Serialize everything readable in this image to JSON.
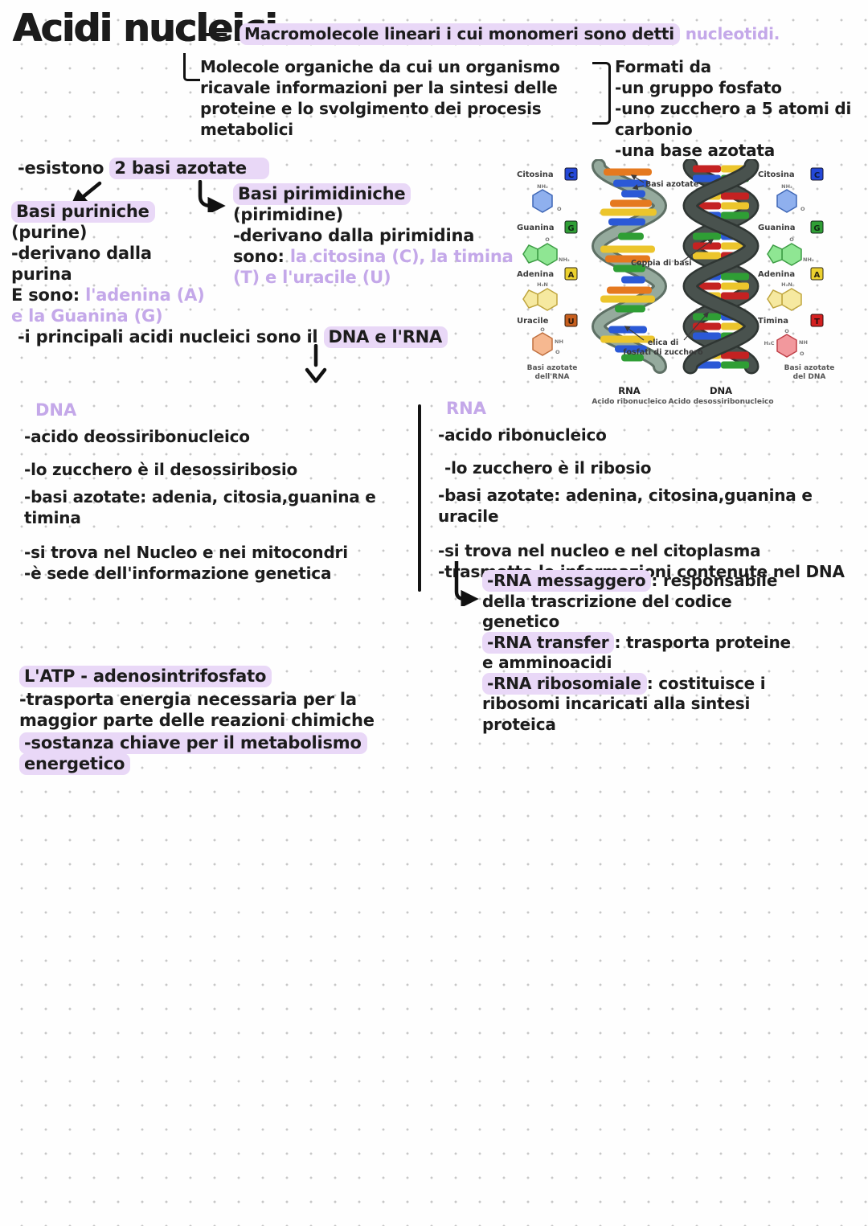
{
  "colors": {
    "highlight": "#e9d8f7",
    "accent_purple_text": "#c4a8e9",
    "ink": "#1c1c1c",
    "dot_grid": "#c7c7c7",
    "rna_ribbon": "#95aa9d",
    "dna_ribbon": "#49524e",
    "bar_orange": "#e5791f",
    "bar_blue": "#2b59d6",
    "bar_yellow": "#ecc52c",
    "bar_green": "#2f9e35",
    "bar_red": "#c42222"
  },
  "header": {
    "title": "Acidi nucleici",
    "dash": "—",
    "def_highlight": "Macromolecole lineari i cui monomeri sono detti",
    "def_term": "nucleotidi.",
    "organic_note": "Molecole organiche da cui un organismo ricavale informazioni per la sintesi delle proteine e lo svolgimento dei procesis metabolici",
    "formati_title": "Formati da",
    "formati_items": [
      "-un gruppo fosfato",
      "-uno zucchero a 5 atomi di carbonio",
      "-una base azotata"
    ]
  },
  "basi": {
    "intro_prefix": "-esistono ",
    "intro_highlight": "2 basi azotate",
    "puriniche": {
      "title": "Basi puriniche",
      "paren": " (purine)",
      "line1": "-derivano dalla purina",
      "line2_black": "E sono: ",
      "line2_purple": "l'adenina (A) e la Guanina (G)"
    },
    "pirimidiniche": {
      "title": "Basi pirimidiniche",
      "paren": " (pirimidine)",
      "line1": "-derivano dalla pirimidina",
      "line2_black": "sono: ",
      "line2_purple": "la citosina (C), la timina (T) e l'uracile (U)"
    }
  },
  "principali": {
    "prefix": "-i principali acidi nucleici sono il ",
    "highlight": "DNA e l'RNA"
  },
  "dna": {
    "heading": "DNA",
    "items": [
      "-acido deossiribonucleico",
      "-lo zucchero è il desossiribosio",
      "-basi azotate: adenia, citosia,guanina e timina",
      "-si trova nel Nucleo e nei mitocondri",
      "-è sede dell'informazione genetica"
    ]
  },
  "rna": {
    "heading": "RNA",
    "items": [
      "-acido ribonucleico",
      "-lo zucchero è il ribosio",
      "-basi azotate: adenina, citosina,guanina e uracile",
      "-si trova nel nucleo e nel citoplasma",
      "-trasmette le informazioni contenute nel DNA"
    ]
  },
  "rna_types": [
    {
      "lead": "-RNA messaggero",
      "rest": ": responsabile della trascrizione del codice genetico"
    },
    {
      "lead": "-RNA transfer",
      "rest": ": trasporta proteine e amminoacidi"
    },
    {
      "lead": "-RNA ribosomiale",
      "rest": ": costituisce i ribosomi incaricati alla sintesi proteica"
    }
  ],
  "atp": {
    "heading": "L'ATP - adenosintrifosfato",
    "line1": "-trasporta energia necessaria per la maggior parte delle reazioni chimiche",
    "line2": "-sostanza chiave per il metabolismo energetico"
  },
  "diagram": {
    "annotations": {
      "basi_azotate": "Basi azotate",
      "coppia": "Coppia di basi",
      "elica_1": "elica di",
      "elica_2": "fosfati di zucchero"
    },
    "left_bases": [
      {
        "name": "Citosina",
        "letter": "C"
      },
      {
        "name": "Guanina",
        "letter": "G"
      },
      {
        "name": "Adenina",
        "letter": "A"
      },
      {
        "name": "Uracile",
        "letter": "U"
      }
    ],
    "right_bases": [
      {
        "name": "Citosina",
        "letter": "C"
      },
      {
        "name": "Guanina",
        "letter": "G"
      },
      {
        "name": "Adenina",
        "letter": "A"
      },
      {
        "name": "Timina",
        "letter": "T"
      }
    ],
    "atoms": {
      "nh2": "NH₂",
      "o": "O",
      "h2n": "H₂N",
      "nh": "NH",
      "h3c": "H₃C"
    },
    "caption_left_1": "Basi azotate",
    "caption_left_2": "dell'RNA",
    "caption_right_1": "Basi azotate",
    "caption_right_2": "del DNA",
    "rna_title": "RNA",
    "rna_sub": "Acido ribonucleico",
    "dna_title": "DNA",
    "dna_sub": "Acido desossiribonucleico"
  }
}
